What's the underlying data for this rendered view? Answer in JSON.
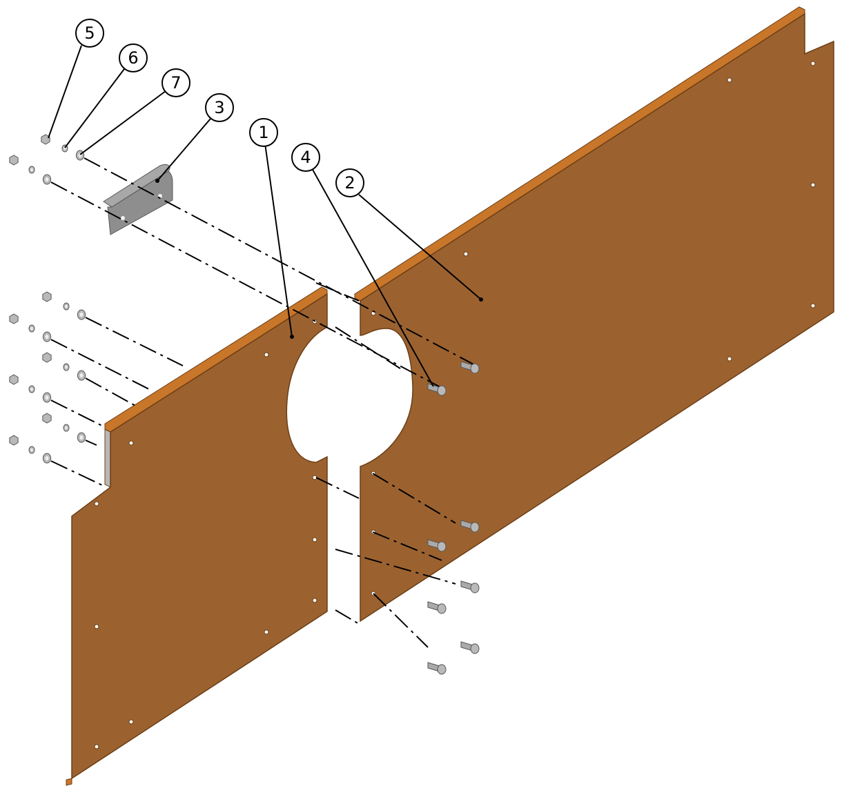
{
  "colors": {
    "panel": "#9b6230",
    "panel_edge": "#c8762a",
    "panel_dark": "#6b3d14",
    "bracket": "#8e8e8e",
    "hardware": "#b9b9b9"
  },
  "callouts": [
    {
      "label": "5",
      "part": "hex-nut"
    },
    {
      "label": "6",
      "part": "lock-washer"
    },
    {
      "label": "7",
      "part": "flat-washer"
    },
    {
      "label": "3",
      "part": "angle-bracket"
    },
    {
      "label": "1",
      "part": "left-panel"
    },
    {
      "label": "4",
      "part": "screw"
    },
    {
      "label": "2",
      "part": "right-panel"
    }
  ]
}
